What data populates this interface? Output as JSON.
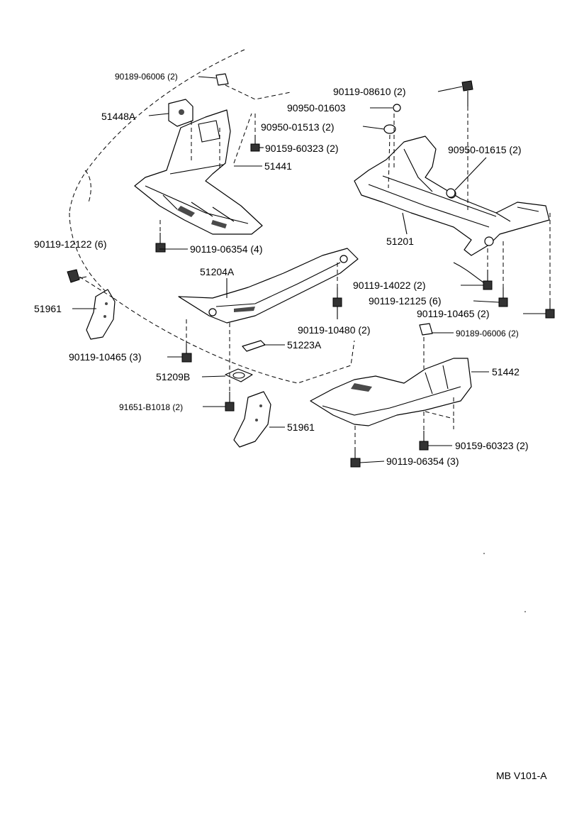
{
  "labels": {
    "l1": "90189-06006 (2)",
    "l2": "90950-01603",
    "l3": "90119-08610 (2)",
    "l4": "51448A",
    "l5": "90950-01513 (2)",
    "l6": "90159-60323 (2)",
    "l7": "90950-01615 (2)",
    "l8": "51441",
    "l9": "90119-12122 (6)",
    "l10": "90119-06354 (4)",
    "l11": "51201",
    "l12": "51204A",
    "l13": "90119-14022 (2)",
    "l14": "51961",
    "l15": "90119-12125 (6)",
    "l16": "90119-10465 (2)",
    "l17": "90119-10480 (2)",
    "l18": "90189-06006 (2)",
    "l19": "51223A",
    "l20": "90119-10465 (3)",
    "l21": "51442",
    "l22": "51209B",
    "l23": "91651-B1018 (2)",
    "l24": "51961",
    "l25": "90159-60323 (2)",
    "l26": "90119-06354 (3)",
    "ref": "MB V101-A"
  }
}
